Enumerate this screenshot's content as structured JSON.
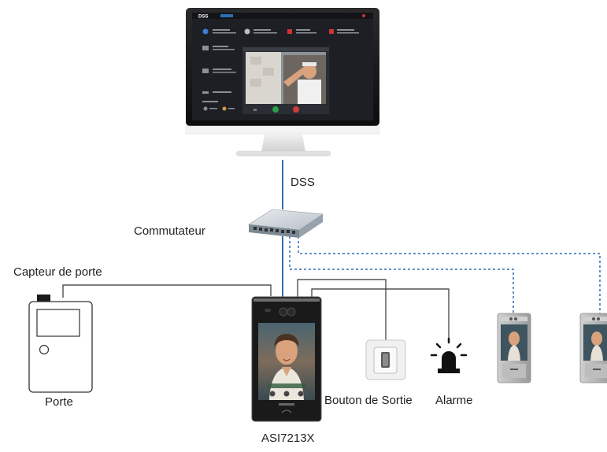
{
  "labels": {
    "dss": "DSS",
    "switch": "Commutateur",
    "door_sensor": "Capteur de porte",
    "door": "Porte",
    "device": "ASI7213X",
    "exit_button": "Bouton de Sortie",
    "alarm": "Alarme"
  },
  "monitor_screen": {
    "app_logo": "DSS"
  },
  "colors": {
    "network_line": "#2d6db5",
    "wire_line": "#333333",
    "dashed_line": "#2d6db5",
    "screen_bg": "#1d1f25",
    "alarm_icon": "#111111",
    "device_body": "#1a1a1a"
  },
  "icons": [
    "monitor-icon",
    "switch-icon",
    "door-icon",
    "exit-button-icon",
    "alarm-icon",
    "terminal-icon"
  ]
}
